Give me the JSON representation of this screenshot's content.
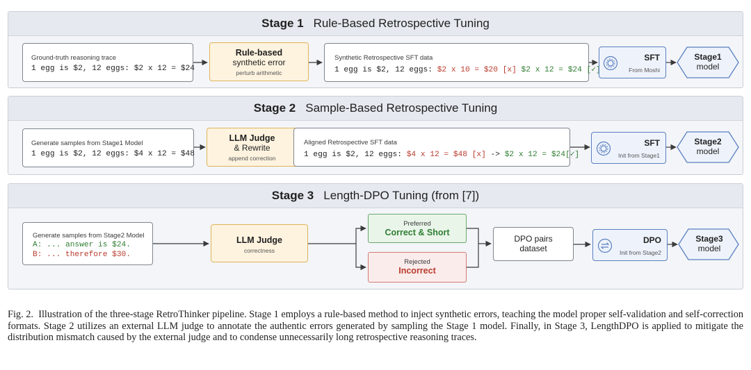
{
  "stage1": {
    "num": "Stage 1",
    "title": "Rule-Based Retrospective Tuning",
    "input_label": "Ground-truth reasoning trace",
    "input_code": "1 egg is $2, 12 eggs: $2 x 12 = $24",
    "proc_title": "Rule-based",
    "proc_sub": "synthetic error",
    "proc_note": "perturb arithmetic",
    "data_label": "Synthetic Retrospective SFT data",
    "data_code_prefix": "1 egg is $2, 12 eggs: ",
    "data_code_wrong": "$2 x 10 = $20 [x]",
    "data_code_right": " $2 x 12 = $24 [✓]",
    "train_title": "SFT",
    "train_note": "From Moshi",
    "model_title": "Stage1",
    "model_sub": "model"
  },
  "stage2": {
    "num": "Stage 2",
    "title": "Sample-Based Retrospective Tuning",
    "input_label": "Generate samples from Stage1 Model",
    "input_code": "1 egg is $2, 12 eggs: $4 x 12 = $48",
    "proc_title": "LLM Judge",
    "proc_sub": "& Rewrite",
    "proc_note": "append correction",
    "data_label": "Aligned Retrospective SFT data",
    "data_code_prefix": "1 egg is $2, 12 eggs: ",
    "data_code_wrong": "$4 x 12 = $48 [x]",
    "data_code_mid": " -> ",
    "data_code_right": "$2 x 12 = $24[✓]",
    "train_title": "SFT",
    "train_note": "Init from Stage1",
    "model_title": "Stage2",
    "model_sub": "model"
  },
  "stage3": {
    "num": "Stage 3",
    "title": "Length-DPO Tuning (from [7])",
    "input_label": "Generate samples from Stage2 Model",
    "input_line_a": "A: ... answer is $24.",
    "input_line_b": "B: ... therefore $30.",
    "proc_title": "LLM Judge",
    "proc_note": "correctness",
    "pref_label": "Preferred",
    "pref_title": "Correct & Short",
    "rej_label": "Rejected",
    "rej_title": "Incorrect",
    "pairs_line1": "DPO pairs",
    "pairs_line2": "dataset",
    "train_title": "DPO",
    "train_note": "Init from Stage2",
    "model_title": "Stage3",
    "model_sub": "model"
  },
  "caption": {
    "lead": "Fig. 2.",
    "text": "Illustration of the three-stage RetroThinker pipeline. Stage 1 employs a rule-based method to inject synthetic errors, teaching the model proper self-validation and self-correction formats. Stage 2 utilizes an external LLM judge to annotate the authentic errors generated by sampling the Stage 1 model. Finally, in Stage 3, LengthDPO is applied to mitigate the distribution mismatch caused by the external judge and to condense unnecessarily long retrospective reasoning traces."
  },
  "colors": {
    "arrow": "#3b3b3b",
    "model_fill": "#eef3fb",
    "model_stroke": "#5a7fc0",
    "pref_fill": "#eaf5ea",
    "pref_stroke": "#67a86a",
    "rej_fill": "#fbecec",
    "rej_stroke": "#d17a72"
  },
  "icons": {
    "sft_icon": "gear-icon",
    "dpo_icon": "swap-icon"
  }
}
